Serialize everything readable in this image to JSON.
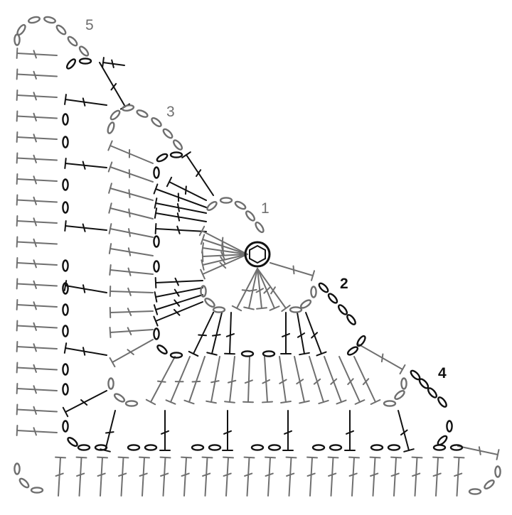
{
  "diagram": {
    "rounds": [
      {
        "label": "1",
        "color": "#6f6f6f"
      },
      {
        "label": "2",
        "color": "#111111"
      },
      {
        "label": "3",
        "color": "#6f6f6f"
      },
      {
        "label": "4",
        "color": "#111111"
      },
      {
        "label": "5",
        "color": "#6f6f6f"
      }
    ],
    "colors": {
      "odd_round": "#6f6f6f",
      "even_round": "#111111",
      "background": "#ffffff"
    },
    "symbols": {
      "chain": "oval-chain-stitch",
      "treble": "t-shaped-stitch",
      "magic_ring": "magic-ring"
    }
  }
}
